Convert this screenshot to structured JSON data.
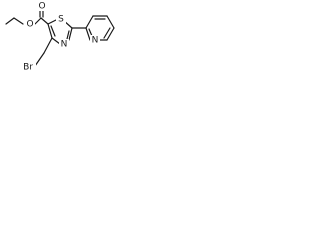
{
  "molecule": {
    "atoms": {
      "ester_oxygen": "O",
      "carbonyl_oxygen": "O",
      "thiazole_sulfur": "S",
      "thiazole_nitrogen": "N",
      "pyridine_nitrogen": "N",
      "bromine": "Br"
    }
  }
}
